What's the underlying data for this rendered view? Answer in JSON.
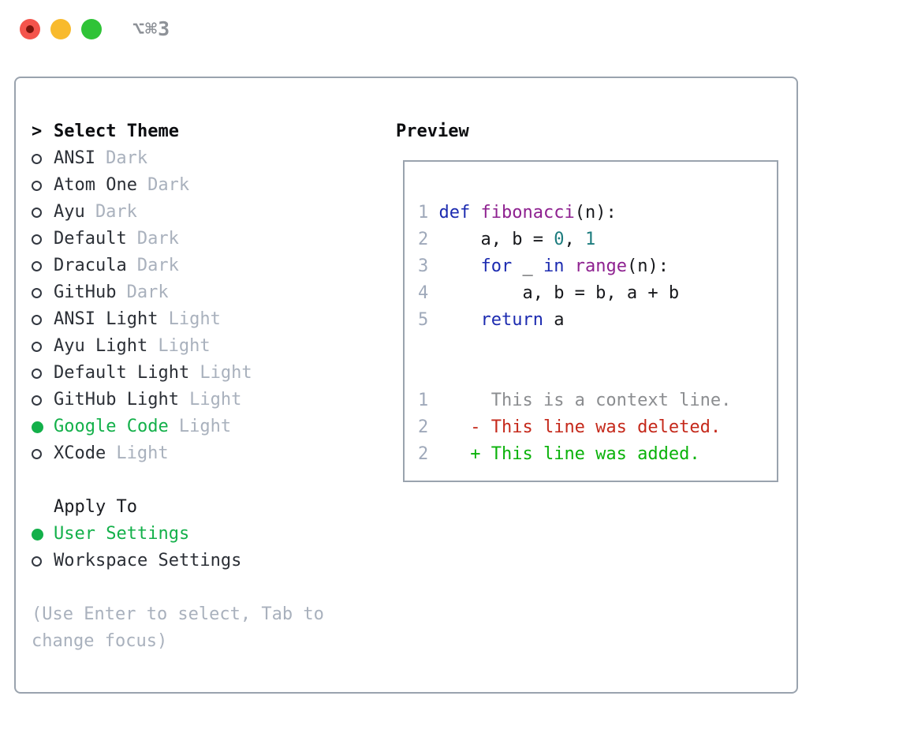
{
  "window": {
    "title": "⌥⌘3"
  },
  "theme_panel": {
    "header_marker": ">",
    "header_label": "Select Theme",
    "items": [
      {
        "name": "ANSI",
        "variant": "Dark",
        "selected": false
      },
      {
        "name": "Atom One",
        "variant": "Dark",
        "selected": false
      },
      {
        "name": "Ayu",
        "variant": "Dark",
        "selected": false
      },
      {
        "name": "Default",
        "variant": "Dark",
        "selected": false
      },
      {
        "name": "Dracula",
        "variant": "Dark",
        "selected": false
      },
      {
        "name": "GitHub",
        "variant": "Dark",
        "selected": false
      },
      {
        "name": "ANSI Light",
        "variant": "Light",
        "selected": false
      },
      {
        "name": "Ayu Light",
        "variant": "Light",
        "selected": false
      },
      {
        "name": "Default Light",
        "variant": "Light",
        "selected": false
      },
      {
        "name": "GitHub Light",
        "variant": "Light",
        "selected": false
      },
      {
        "name": "Google Code",
        "variant": "Light",
        "selected": true
      },
      {
        "name": "XCode",
        "variant": "Light",
        "selected": false
      }
    ],
    "apply_to_label": "Apply To",
    "apply_options": [
      {
        "label": "User Settings",
        "selected": true
      },
      {
        "label": "Workspace Settings",
        "selected": false
      }
    ],
    "help_text": "(Use Enter to select, Tab to change focus)"
  },
  "preview": {
    "title": "Preview",
    "lines": [
      {
        "segments": [
          {
            "t": "1",
            "c": "lineno"
          },
          {
            "t": " ",
            "c": "plain"
          },
          {
            "t": "def",
            "c": "kw"
          },
          {
            "t": " ",
            "c": "plain"
          },
          {
            "t": "fibonacci",
            "c": "fn"
          },
          {
            "t": "(n):",
            "c": "plain"
          }
        ]
      },
      {
        "segments": [
          {
            "t": "2",
            "c": "lineno"
          },
          {
            "t": "     a, b = ",
            "c": "plain"
          },
          {
            "t": "0",
            "c": "num"
          },
          {
            "t": ", ",
            "c": "plain"
          },
          {
            "t": "1",
            "c": "num"
          }
        ]
      },
      {
        "segments": [
          {
            "t": "3",
            "c": "lineno"
          },
          {
            "t": "     ",
            "c": "plain"
          },
          {
            "t": "for",
            "c": "kw"
          },
          {
            "t": " _ ",
            "c": "plain"
          },
          {
            "t": "in",
            "c": "kw"
          },
          {
            "t": " ",
            "c": "plain"
          },
          {
            "t": "range",
            "c": "fn"
          },
          {
            "t": "(n):",
            "c": "plain"
          }
        ]
      },
      {
        "segments": [
          {
            "t": "4",
            "c": "lineno"
          },
          {
            "t": "         a, b = b, a + b",
            "c": "plain"
          }
        ]
      },
      {
        "segments": [
          {
            "t": "5",
            "c": "lineno"
          },
          {
            "t": "     ",
            "c": "plain"
          },
          {
            "t": "return",
            "c": "kw"
          },
          {
            "t": " a",
            "c": "plain"
          }
        ]
      },
      {
        "segments": []
      },
      {
        "segments": []
      },
      {
        "segments": [
          {
            "t": "1",
            "c": "lineno"
          },
          {
            "t": "      This is a context line.",
            "c": "context"
          }
        ]
      },
      {
        "segments": [
          {
            "t": "2",
            "c": "lineno"
          },
          {
            "t": "    ",
            "c": "plain"
          },
          {
            "t": "- This line was deleted.",
            "c": "deleted"
          }
        ]
      },
      {
        "segments": [
          {
            "t": "2",
            "c": "lineno"
          },
          {
            "t": "    ",
            "c": "plain"
          },
          {
            "t": "+ This line was added.",
            "c": "added"
          }
        ]
      }
    ]
  },
  "colors": {
    "tl-red": "#f4544c",
    "tl-red-dot": "#7c150d",
    "tl-yellow": "#f8ba2d",
    "tl-green": "#2fc337",
    "title-gray": "#8e9298",
    "border": "#9aa3ae",
    "soft-gray": "#a9b1bd",
    "ui-green": "#13b04a",
    "lineno": "#9fa9ba",
    "kw": "#1c2bb0",
    "fn": "#8e2190",
    "num": "#1d7c7e",
    "context": "#8b8d90",
    "deleted": "#c5291b",
    "added": "#0ab20a"
  }
}
